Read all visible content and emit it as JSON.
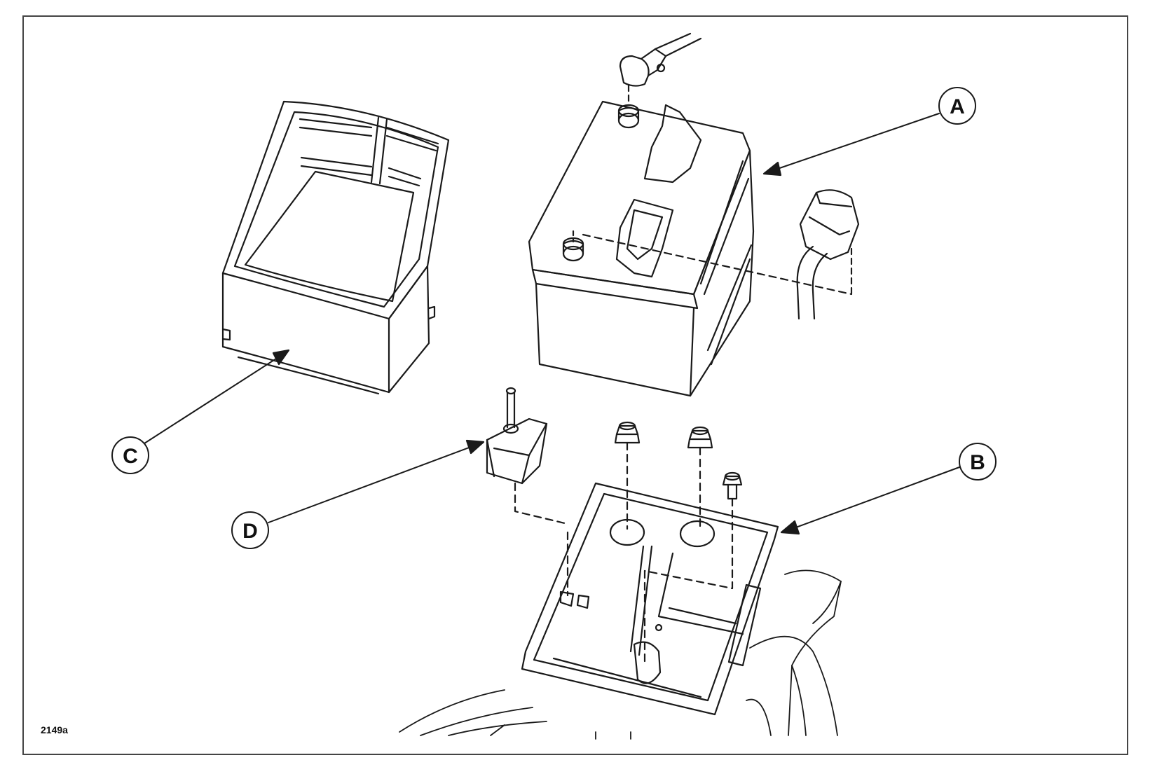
{
  "figure": {
    "id_label": "2149a",
    "callouts": {
      "a": "A",
      "b": "B",
      "c": "C",
      "d": "D"
    },
    "colors": {
      "line": "#1a1a1a",
      "background": "#ffffff",
      "frame": "#444444"
    }
  }
}
